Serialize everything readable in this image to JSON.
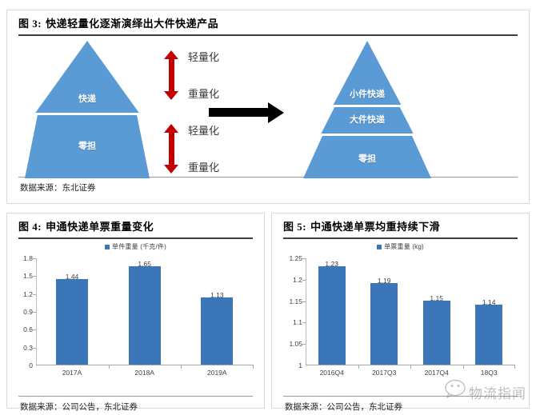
{
  "panels": {
    "top": {
      "figure_no": "图 3:",
      "title": "快递轻量化逐渐演绎出大件快递产品",
      "source": "数据来源：东北证券",
      "left_pyramid": {
        "segments": [
          {
            "label": "快递"
          },
          {
            "label": "零担"
          }
        ]
      },
      "right_pyramid": {
        "segments": [
          {
            "label": "小件快递"
          },
          {
            "label": "大件快递"
          },
          {
            "label": "零担"
          }
        ]
      },
      "arrow_groups": [
        {
          "up_label": "轻量化",
          "down_label": "重量化"
        },
        {
          "up_label": "轻量化",
          "down_label": "重量化"
        }
      ],
      "transition_arrow": "right-arrow",
      "colors": {
        "pyramid_blue": "#5B9BD5",
        "arrow_red": "#C00000",
        "transition_arrow": "#000000"
      }
    },
    "left_chart": {
      "figure_no": "图 4:",
      "title": "申通快递单票重量变化",
      "source": "数据来源：公司公告，东北证券"
    },
    "right_chart": {
      "figure_no": "图 5:",
      "title": "中通快递单票均重持续下滑",
      "source": "数据来源：公司公告，东北证券"
    }
  },
  "watermark": {
    "text": "物流指闻"
  },
  "chart_data": [
    {
      "type": "bar",
      "title": "申通快递单票重量变化",
      "legend": [
        "单件重量（千克/件）"
      ],
      "legend_label_raw": "单件重量 (千克/件)",
      "categories": [
        "2017A",
        "2018A",
        "2019A"
      ],
      "values": [
        1.44,
        1.65,
        1.13
      ],
      "data_labels": [
        "1.44",
        "1.65",
        "1.13"
      ],
      "xlabel": "",
      "ylabel": "",
      "ylim": [
        0,
        1.8
      ],
      "yticks": [
        "0",
        "0.3",
        "0.6",
        "0.9",
        "1.2",
        "1.5",
        "1.8"
      ],
      "ytick_values": [
        0,
        0.3,
        0.6,
        0.9,
        1.2,
        1.5,
        1.8
      ],
      "grid": false,
      "legend_position": "top-center",
      "series_color": "#3A76B8"
    },
    {
      "type": "bar",
      "title": "中通快递单票均重持续下滑",
      "legend": [
        "单票重量（kg）"
      ],
      "legend_label_raw": "单票重量 (kg)",
      "categories": [
        "2016Q4",
        "2017Q3",
        "2017Q4",
        "18Q3"
      ],
      "values": [
        1.23,
        1.19,
        1.15,
        1.14
      ],
      "data_labels": [
        "1.23",
        "1.19",
        "1.15",
        "1.14"
      ],
      "xlabel": "",
      "ylabel": "",
      "ylim": [
        1,
        1.25
      ],
      "yticks": [
        "1",
        "1.05",
        "1.1",
        "1.15",
        "1.2",
        "1.25"
      ],
      "ytick_values": [
        1,
        1.05,
        1.1,
        1.15,
        1.2,
        1.25
      ],
      "grid": false,
      "legend_position": "top-center",
      "series_color": "#3A76B8"
    }
  ]
}
